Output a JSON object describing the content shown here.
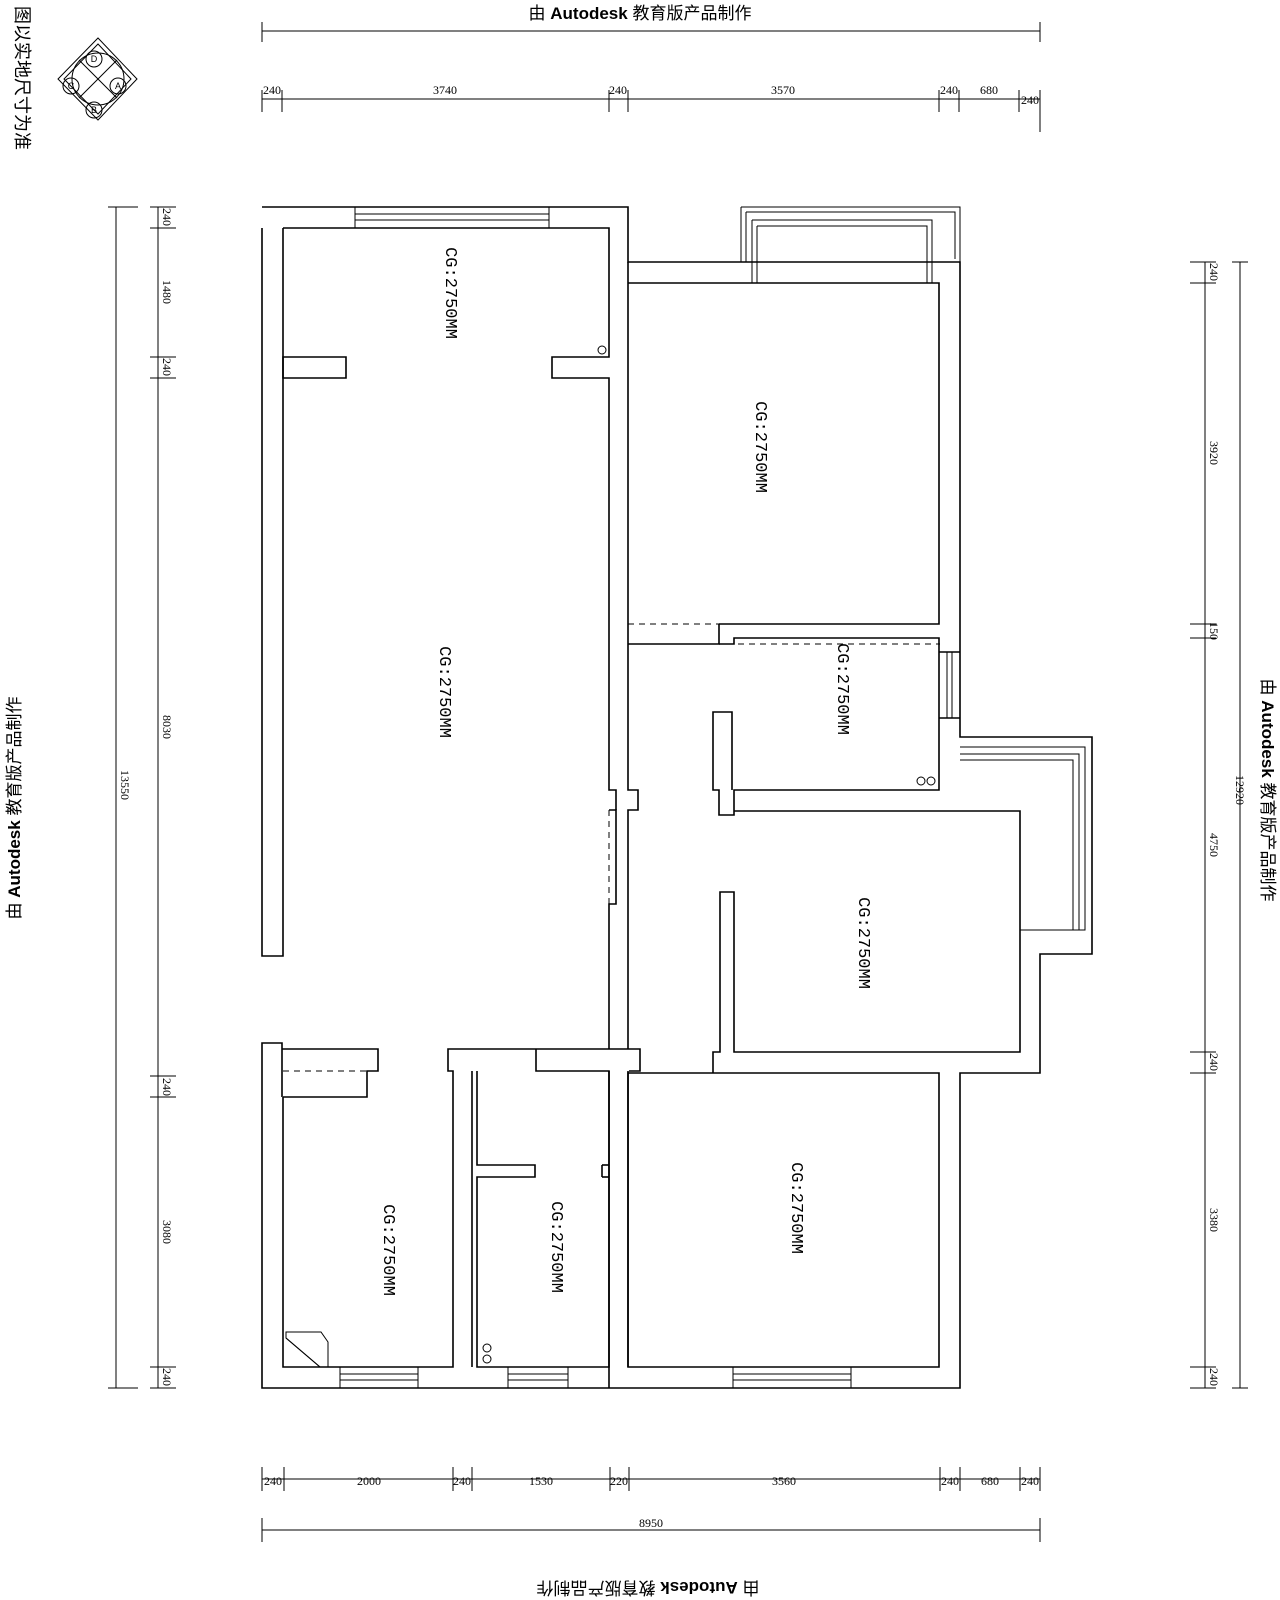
{
  "watermark": {
    "prefix": "由",
    "brand": "Autodesk",
    "suffix": "教育版产品制作"
  },
  "note": "图以实地尺寸为准",
  "compass": {
    "labels": [
      "D",
      "A",
      "C",
      "B"
    ]
  },
  "room_label": "CG:2750MM",
  "dims": {
    "top": [
      "240",
      "3740",
      "240",
      "3570",
      "240",
      "680",
      "240"
    ],
    "bottom": [
      "240",
      "2000",
      "240",
      "1530",
      "220",
      "3560",
      "240",
      "680",
      "240"
    ],
    "bottom_total": "8950",
    "left": [
      "240",
      "1480",
      "240",
      "8030",
      "240",
      "3080",
      "240"
    ],
    "left_total": "13550",
    "right": [
      "240",
      "3920",
      "150",
      "4750",
      "240",
      "3380",
      "240"
    ],
    "right_total": "12920"
  }
}
